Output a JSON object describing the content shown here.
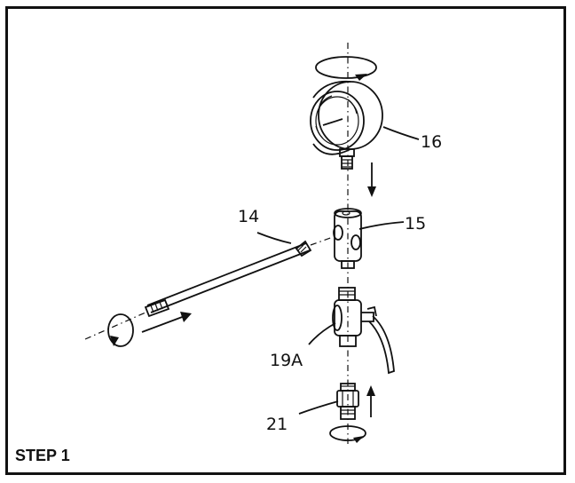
{
  "step": {
    "label": "STEP 1"
  },
  "parts": {
    "gauge": {
      "number": "16"
    },
    "tee": {
      "number": "15"
    },
    "rod": {
      "number": "14"
    },
    "valve": {
      "number": "19A"
    },
    "fitting": {
      "number": "21"
    }
  },
  "colors": {
    "line": "#111111",
    "background": "#ffffff"
  }
}
